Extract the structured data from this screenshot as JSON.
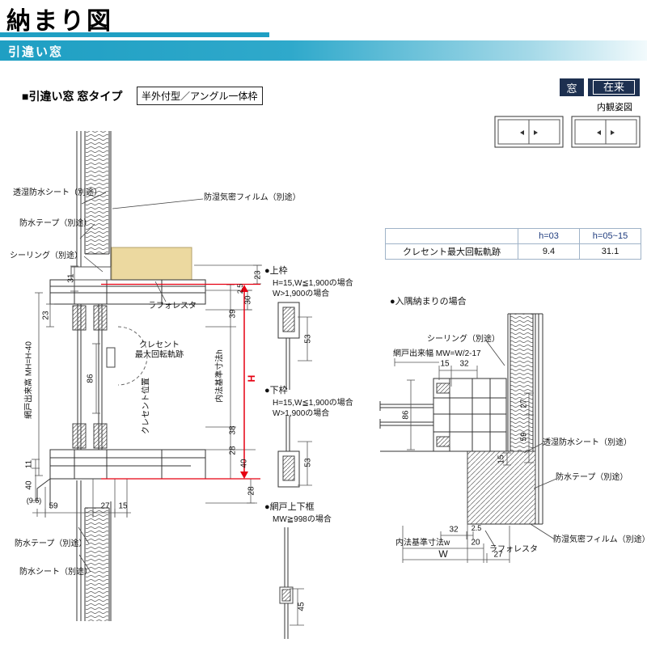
{
  "colors": {
    "accent_teal": "#1f9fc3",
    "dimension_red": "#e60012",
    "wood_tan": "#ecd9a0",
    "tag_navy": "#1d3050"
  },
  "header": {
    "title": "納まり図",
    "banner": "引違い窓",
    "section_heading": "■引違い窓 窓タイプ",
    "frame_type": "半外付型／アングル一体枠",
    "tag_window": "窓",
    "tag_conventional": "在来",
    "elevation_caption": "内観姿図"
  },
  "crescent_table": {
    "col1": "h=03",
    "col2": "h=05~15",
    "row_label": "クレセント最大回転軌跡",
    "val1": "9.4",
    "val2": "31.1"
  },
  "left": {
    "sheet": "透湿防水シート（別途）",
    "tape": "防水テープ（別途）",
    "sealing": "シーリング（別途）",
    "film": "防湿気密フィルム（別途）",
    "laforesta": "ラフォレスタ",
    "crescent1": "クレセント",
    "crescent2": "最大回転軌跡",
    "crescent_pos": "クレセント位置",
    "screen_h": "網戸出来高 MH=H-40",
    "naiho_h": "内法基準寸法h",
    "H": "H",
    "tape2": "防水テープ（別途）",
    "sheet2": "防水シート（別途）",
    "d31": "31",
    "d23a": "23",
    "d23b": "23",
    "d25": "2.5",
    "d30": "30",
    "d39": "39",
    "d86": "86",
    "d38": "38",
    "d28a": "28",
    "d40a": "40",
    "d11": "11",
    "d40b": "40",
    "d96": "(9.6)",
    "d59": "59",
    "d27": "27",
    "d15": "15",
    "d28b": "28"
  },
  "mid": {
    "kamiwaku": "●上枠",
    "cond1": "H=15,W≦1,900の場合",
    "cond2": "W>1,900の場合",
    "d53a": "53",
    "shimowaku": "●下枠",
    "cond3": "H=15,W≦1,900の場合",
    "cond4": "W>1,900の場合",
    "d53b": "53",
    "amido": "●網戸上下框",
    "cond5": "MW≧998の場合",
    "d45": "45"
  },
  "right": {
    "heading": "●入隅納まりの場合",
    "sealing": "シーリング（別途）",
    "screen_w": "網戸出来幅 MW=W/2-17",
    "sheet": "透湿防水シート（別途）",
    "tape": "防水テープ（別途）",
    "film": "防湿気密フィルム（別途）",
    "laforesta": "ラフォレスタ",
    "naiho_w": "内法基準寸法w",
    "W": "W",
    "d15a": "15",
    "d32a": "32",
    "d27a": "27",
    "d59": "59",
    "d86": "86",
    "d15b": "15",
    "d32b": "32",
    "d25": "2.5",
    "d20": "20",
    "d27b": "27"
  }
}
